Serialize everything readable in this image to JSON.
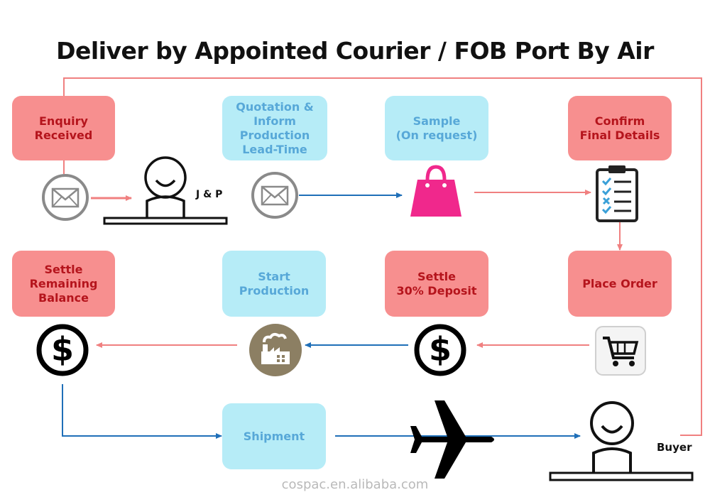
{
  "title": "Deliver by Appointed Courier / FOB Port By Air",
  "steps": {
    "enquiry": "Enquiry\nReceived",
    "quotation": "Quotation &\nInform\nProduction\nLead-Time",
    "sample": "Sample\n(On request)",
    "confirm": "Confirm\nFinal Details",
    "settle_remaining": "Settle\nRemaining\nBalance",
    "start_production": "Start\nProduction",
    "settle_deposit": "Settle\n30% Deposit",
    "place_order": "Place Order",
    "shipment": "Shipment"
  },
  "labels": {
    "supplier": "J & P",
    "buyer": "Buyer"
  },
  "watermark": "cospac.en.alibaba.com",
  "colors": {
    "pink_box": "#f78f8f",
    "pink_text": "#b5141c",
    "blue_box": "#b6ecf7",
    "blue_text": "#57a8d8",
    "pink_arrow": "#f08080",
    "blue_arrow": "#1f6fb8",
    "bag": "#f0288c"
  },
  "icons": [
    "envelope-icon",
    "person-icon",
    "shopping-bag-icon",
    "clipboard-checklist-icon",
    "dollar-icon",
    "factory-icon",
    "shopping-cart-icon",
    "airplane-icon"
  ]
}
